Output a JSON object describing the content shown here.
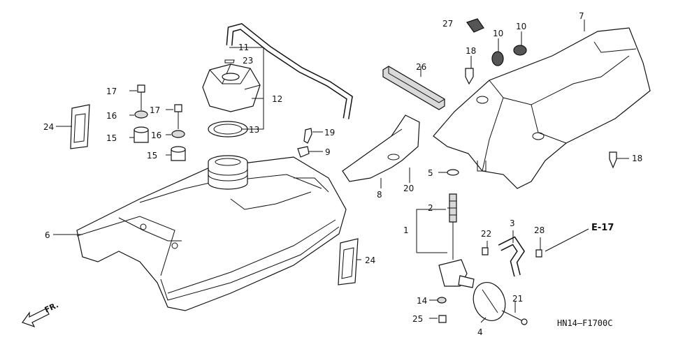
{
  "callouts": {
    "c1": "1",
    "c2": "2",
    "c3": "3",
    "c4": "4",
    "c5": "5",
    "c6": "6",
    "c7": "7",
    "c8": "8",
    "c9": "9",
    "c10a": "10",
    "c10b": "10",
    "c11": "11",
    "c12": "12",
    "c13": "13",
    "c14": "14",
    "c15a": "15",
    "c15b": "15",
    "c16a": "16",
    "c16b": "16",
    "c17a": "17",
    "c17b": "17",
    "c18a": "18",
    "c18b": "18",
    "c19": "19",
    "c20": "20",
    "c21": "21",
    "c22": "22",
    "c23": "23",
    "c24a": "24",
    "c24b": "24",
    "c25": "25",
    "c26": "26",
    "c27": "27",
    "c28": "28"
  },
  "ref_e17": "E-17",
  "front_label": "FR.",
  "drawing_code": "HN14–F1700C"
}
